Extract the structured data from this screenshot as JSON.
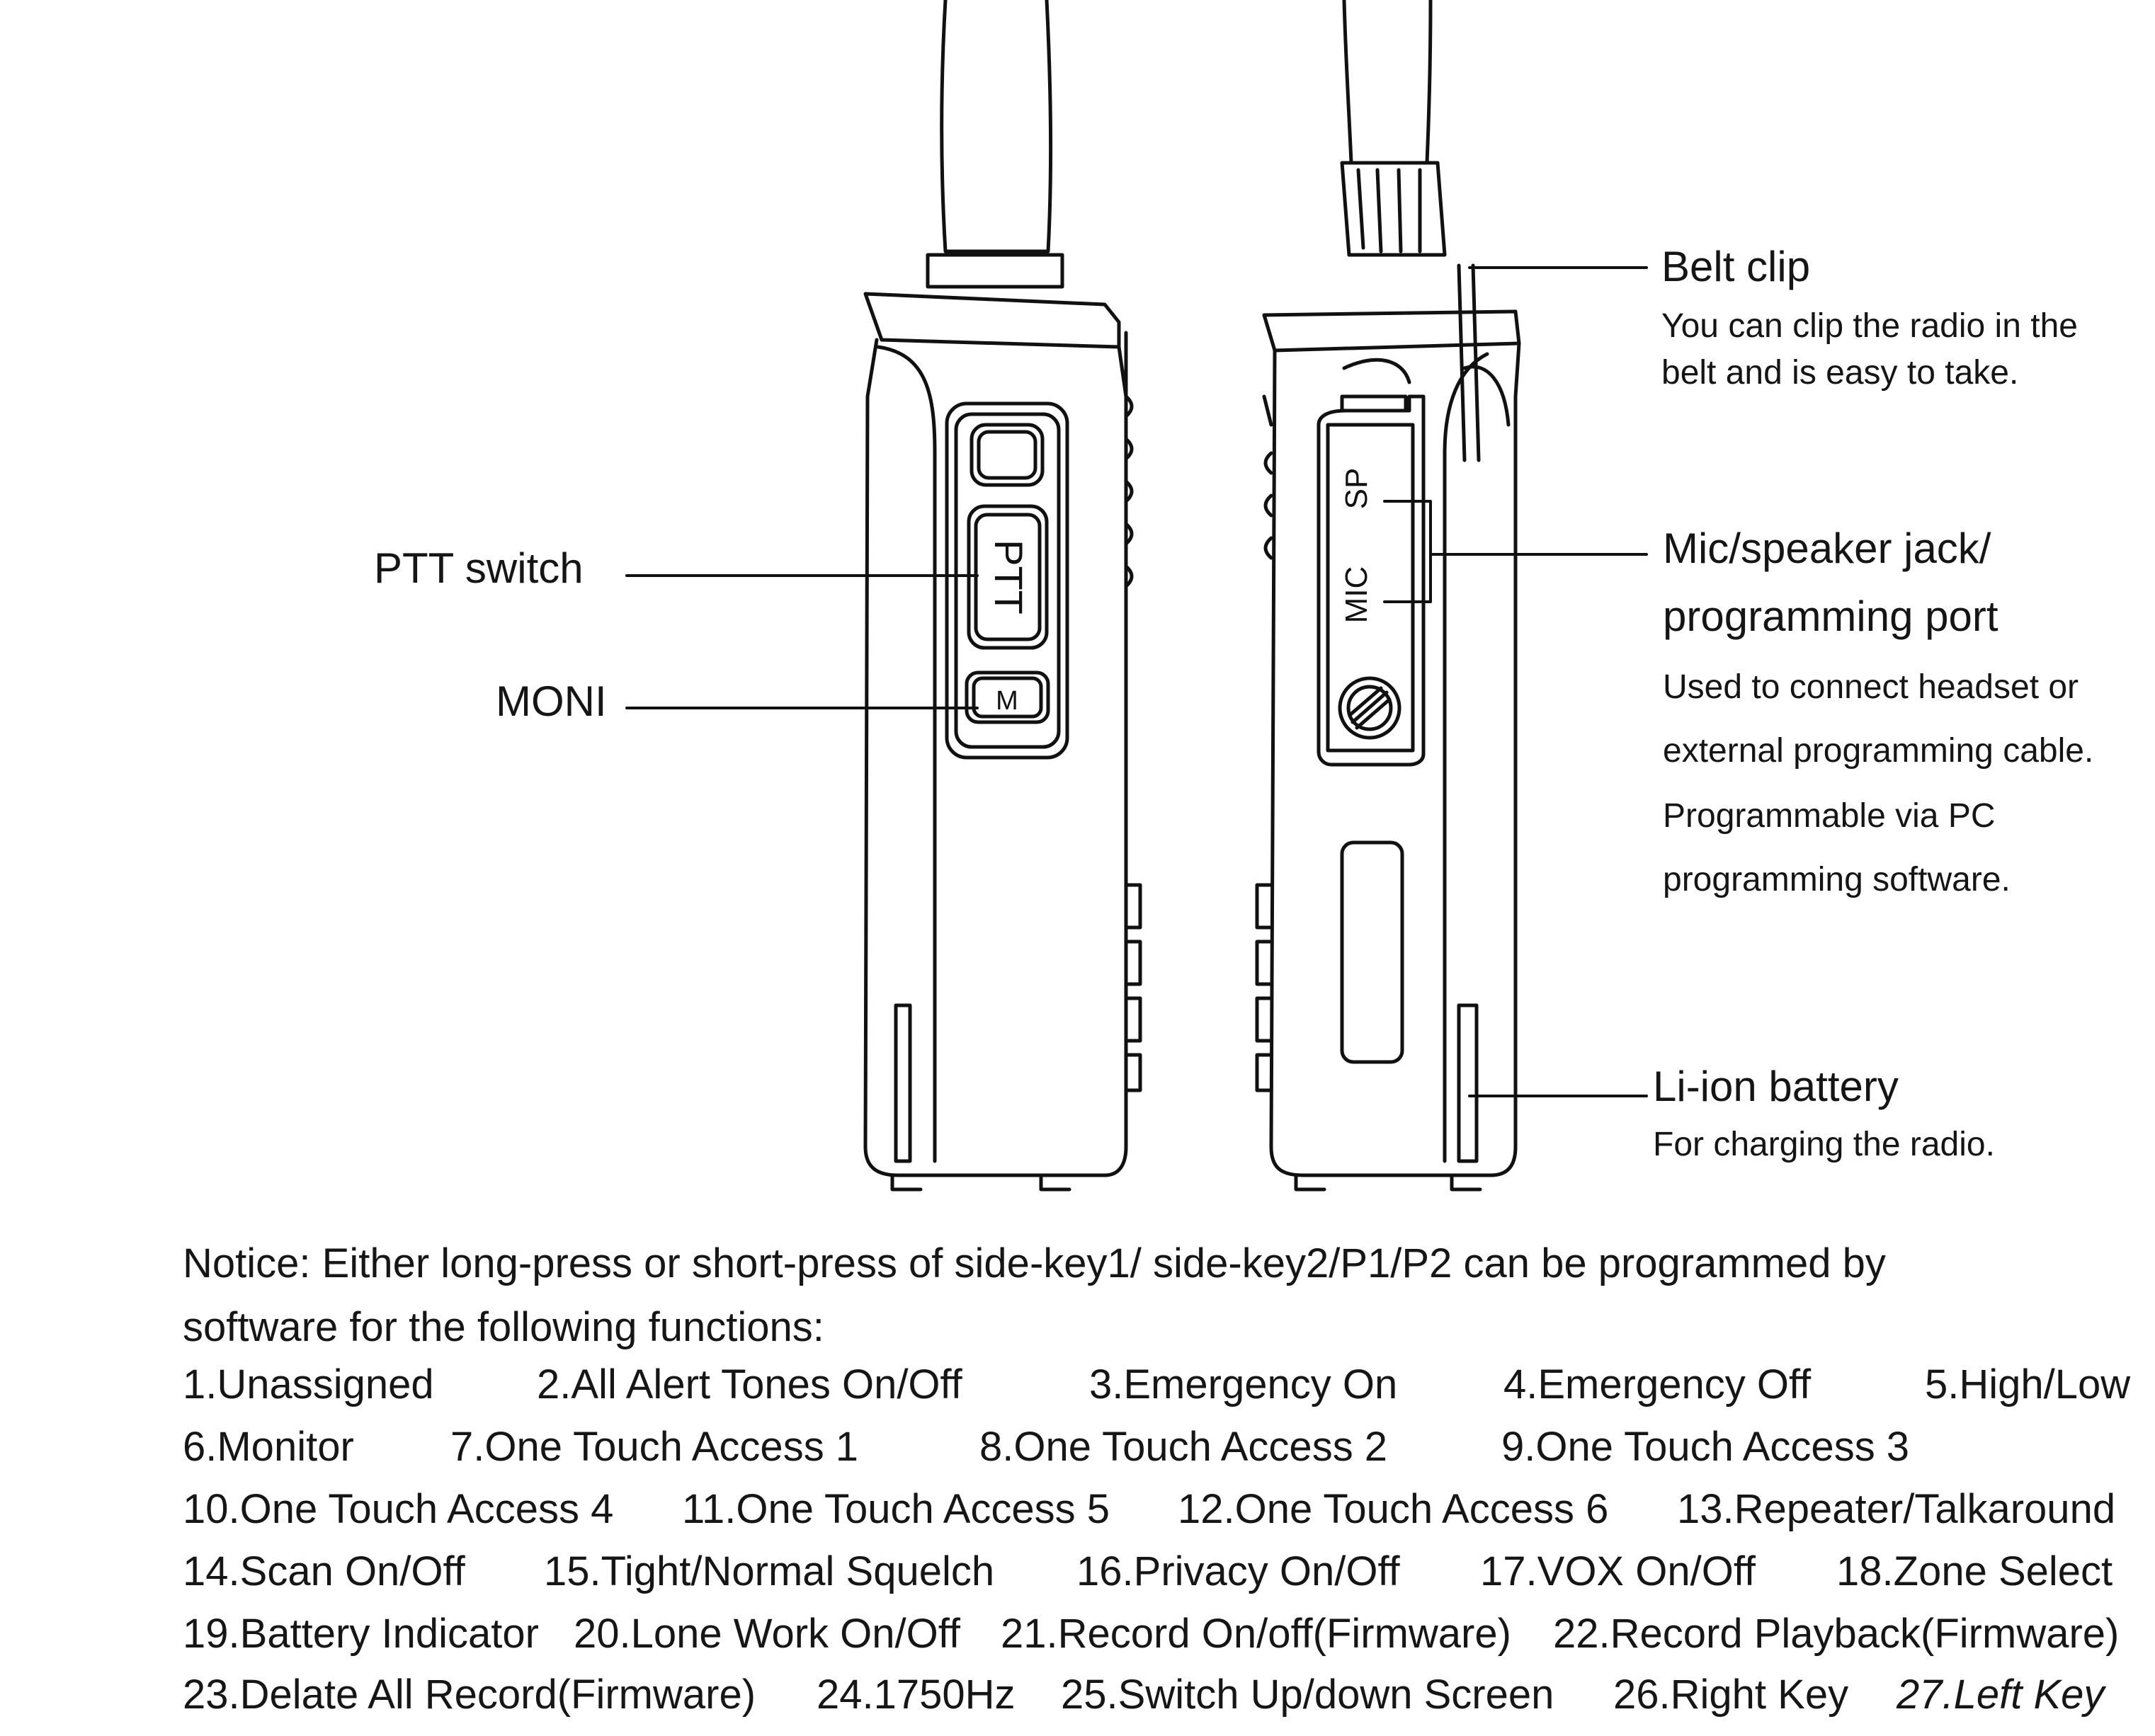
{
  "callouts": {
    "ptt_switch": "PTT switch",
    "moni": "MONI",
    "belt_clip": {
      "title": "Belt clip",
      "desc_lines": [
        "You can clip the radio in the",
        "belt and is easy to take."
      ]
    },
    "mic_jack": {
      "title_lines": [
        "Mic/speaker jack/",
        "programming port"
      ],
      "desc_lines": [
        "Used to connect headset or",
        "external programming cable.",
        "Programmable via PC",
        "programming software."
      ]
    },
    "battery": {
      "title": "Li-ion battery",
      "desc": "For charging the radio."
    }
  },
  "device_labels": {
    "ptt_key": "PTT",
    "moni_key": "M",
    "mic_port": "MIC",
    "sp_port": "SP"
  },
  "notice_lines": [
    "Notice: Either long-press or short-press of side-key1/ side-key2/P1/P2 can be programmed by",
    "software for the following functions:"
  ],
  "functions": [
    [
      "1.Unassigned",
      "2.All Alert Tones On/Off",
      "3.Emergency On",
      "4.Emergency Off",
      "5.High/Low"
    ],
    [
      "6.Monitor",
      "7.One Touch Access 1",
      "8.One Touch Access 2",
      "9.One Touch Access 3"
    ],
    [
      "10.One Touch Access 4",
      "11.One Touch Access 5",
      "12.One Touch Access 6",
      "13.Repeater/Talkaround"
    ],
    [
      "14.Scan On/Off",
      "15.Tight/Normal Squelch",
      "16.Privacy On/Off",
      "17.VOX On/Off",
      "18.Zone Select"
    ],
    [
      "19.Battery Indicator",
      "20.Lone Work On/Off",
      "21.Record On/off(Firmware)",
      "22.Record Playback(Firmware)"
    ],
    [
      "23.Delate All Record(Firmware)",
      "24.1750Hz",
      "25.Switch Up/down Screen",
      "26.Right Key",
      "27.Left Key"
    ]
  ]
}
